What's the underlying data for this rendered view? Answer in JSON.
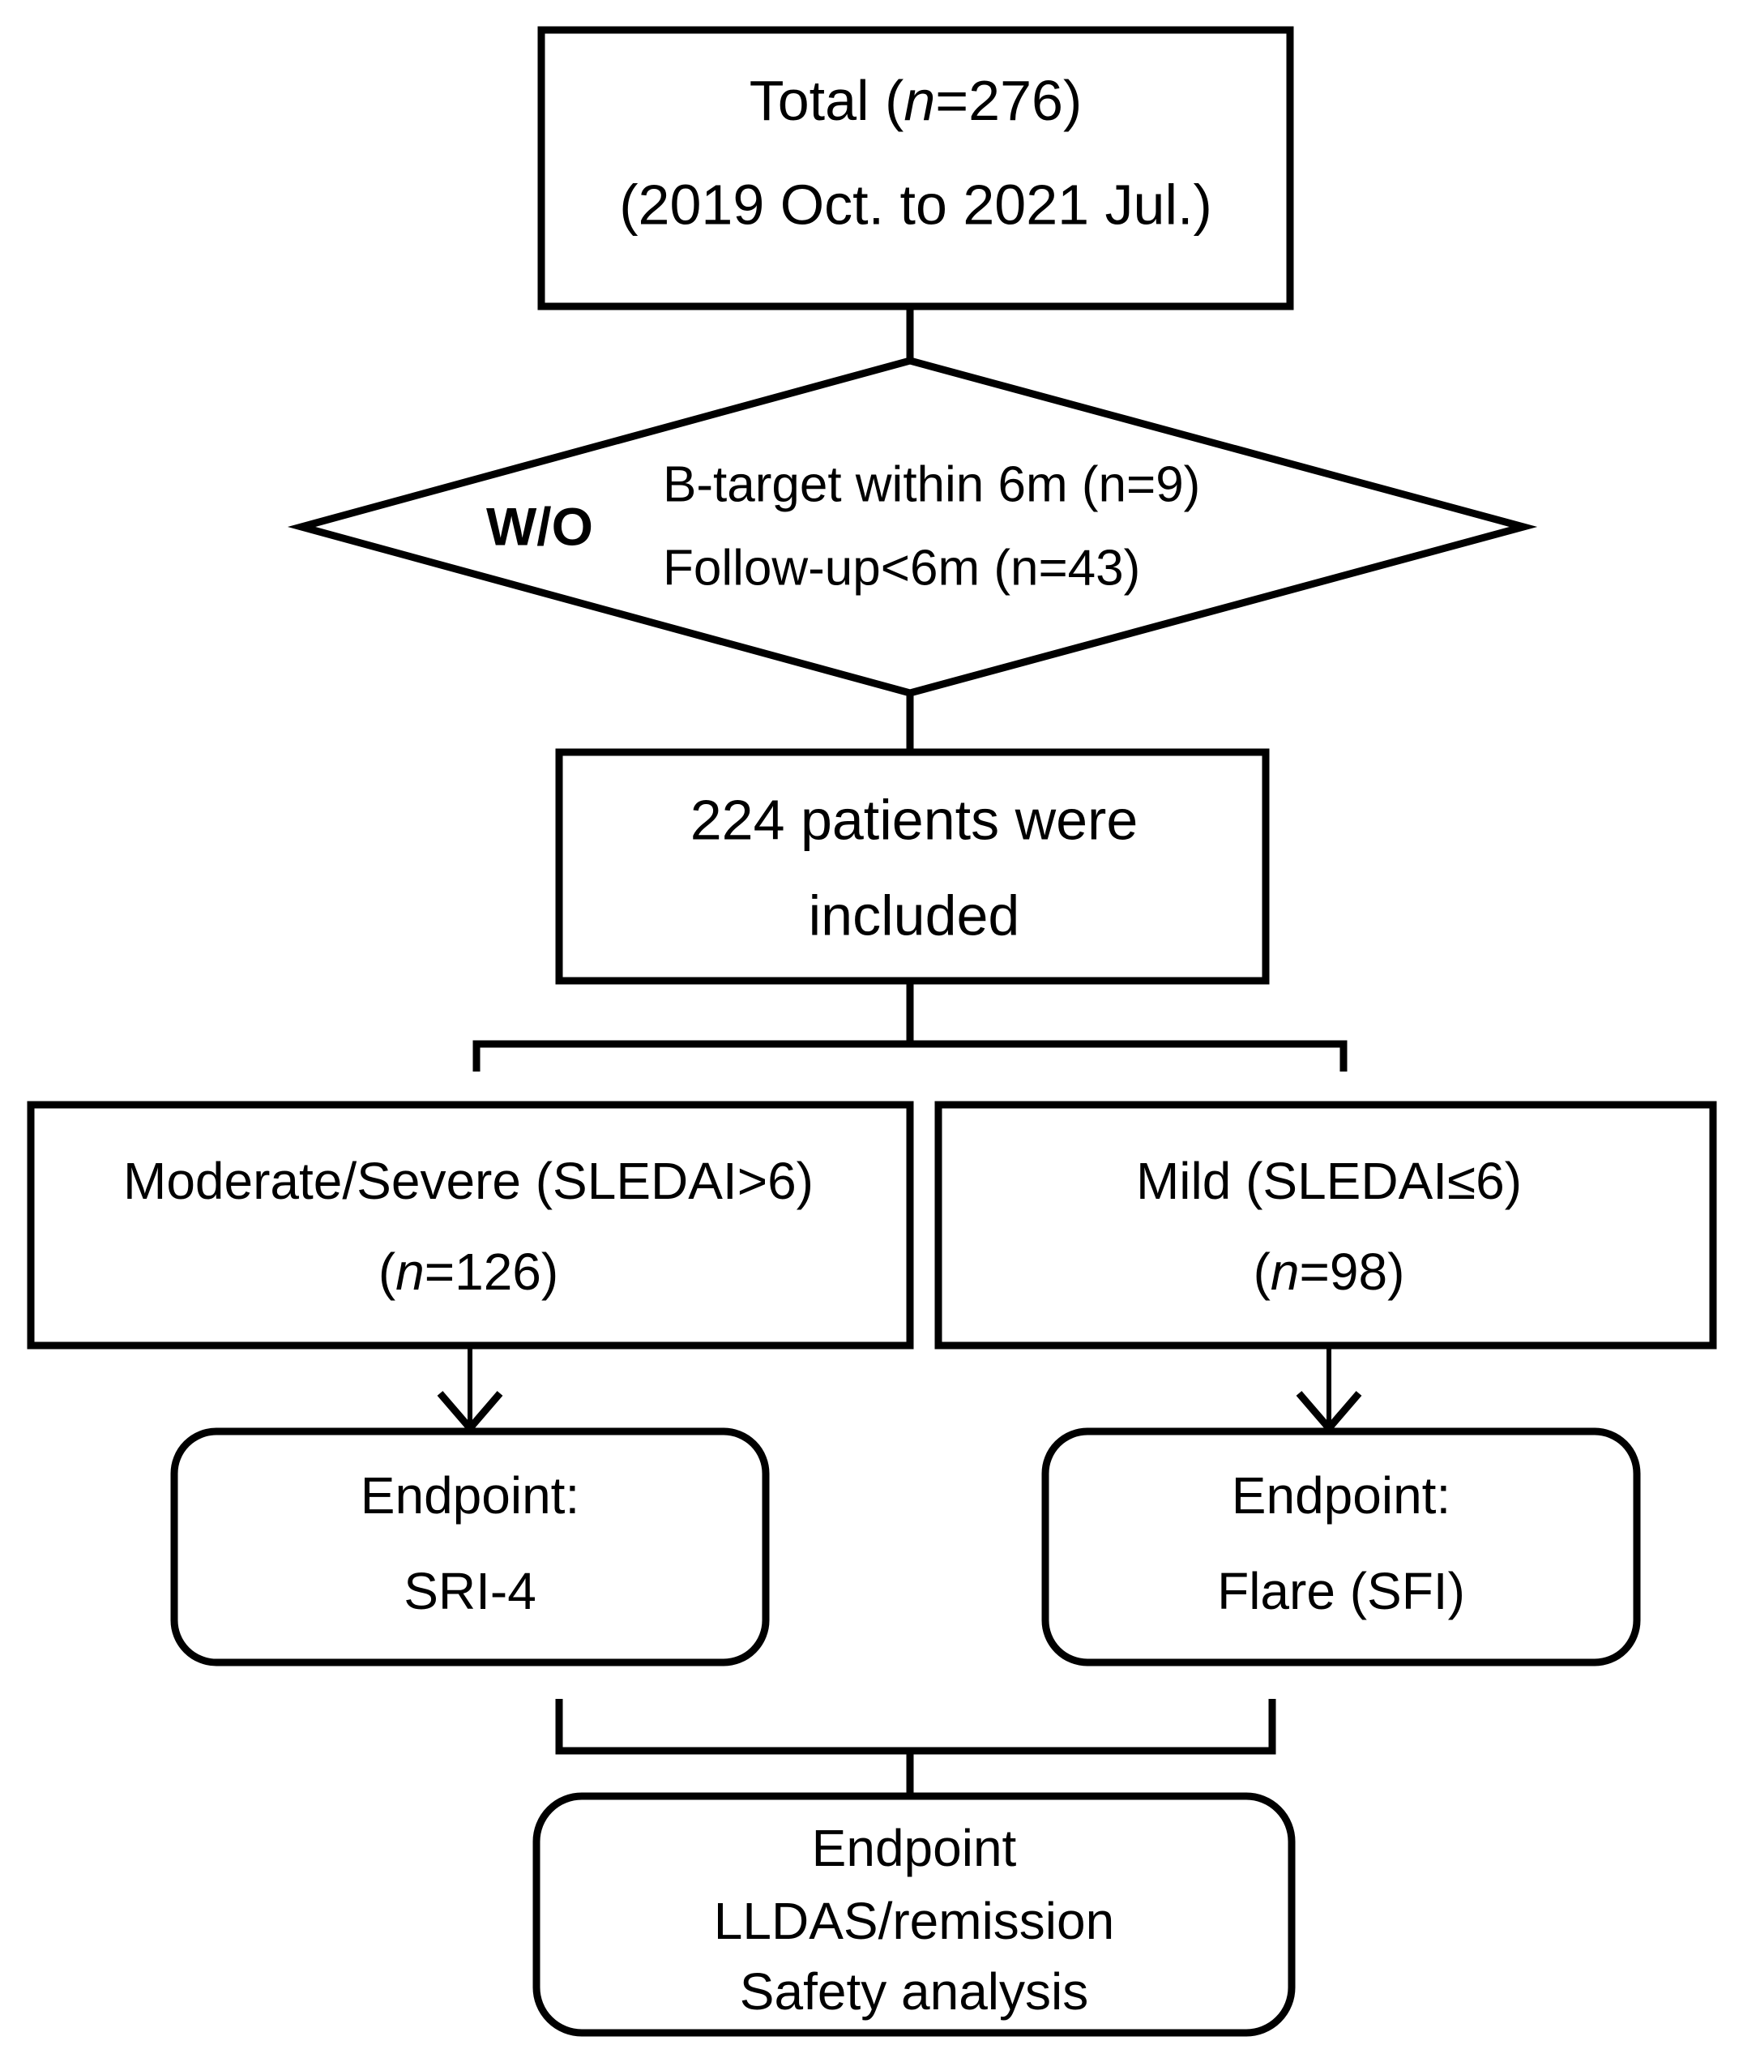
{
  "chart_data": {
    "type": "diagram",
    "title": "Patient enrollment flow diagram",
    "subtype": "flowchart",
    "nodes": [
      {
        "id": "total",
        "shape": "rectangle",
        "lines": [
          "Total (n=276)",
          "(2019 Oct. to 2021 Jul.)"
        ]
      },
      {
        "id": "exclusion",
        "shape": "diamond",
        "lines": [
          "W/O",
          "B-target within 6m (n=9)",
          "Follow-up<6m (n=43)"
        ]
      },
      {
        "id": "included",
        "shape": "rectangle",
        "lines": [
          "224 patients were",
          "included"
        ]
      },
      {
        "id": "moderate-severe",
        "shape": "rectangle",
        "lines": [
          "Moderate/Severe (SLEDAI>6)",
          "(n=126)"
        ]
      },
      {
        "id": "mild",
        "shape": "rectangle",
        "lines": [
          "Mild (SLEDAI≤6)",
          "(n=98)"
        ]
      },
      {
        "id": "endpoint-sri4",
        "shape": "rounded-rectangle",
        "lines": [
          "Endpoint:",
          "SRI-4"
        ]
      },
      {
        "id": "endpoint-flare",
        "shape": "rounded-rectangle",
        "lines": [
          "Endpoint:",
          "Flare (SFI)"
        ]
      },
      {
        "id": "endpoint-combined",
        "shape": "rounded-rectangle",
        "lines": [
          "Endpoint",
          "LLDAS/remission",
          "Safety analysis"
        ]
      }
    ],
    "edges": [
      {
        "from": "total",
        "to": "exclusion",
        "style": "line"
      },
      {
        "from": "exclusion",
        "to": "included",
        "style": "line"
      },
      {
        "from": "included",
        "to": "moderate-severe",
        "style": "bracket-split"
      },
      {
        "from": "included",
        "to": "mild",
        "style": "bracket-split"
      },
      {
        "from": "moderate-severe",
        "to": "endpoint-sri4",
        "style": "arrow"
      },
      {
        "from": "mild",
        "to": "endpoint-flare",
        "style": "arrow"
      },
      {
        "from": "endpoint-sri4",
        "to": "endpoint-combined",
        "style": "bracket-merge"
      },
      {
        "from": "endpoint-flare",
        "to": "endpoint-combined",
        "style": "bracket-merge"
      }
    ],
    "counts": {
      "total": 276,
      "excluded_no_b_target_within_6m": 9,
      "excluded_followup_lt_6m": 43,
      "included": 224,
      "moderate_severe": 126,
      "mild": 98
    },
    "colors": {
      "stroke": "#000000",
      "fill": "#ffffff",
      "text": "#000000"
    }
  },
  "nodes": {
    "total": {
      "line1_pre": "Total (",
      "line1_n": "n",
      "line1_post": "=276)",
      "line2": "(2019 Oct. to 2021 Jul.)"
    },
    "exclusion": {
      "wo": "W/O",
      "line1": "B-target within 6m (n=9)",
      "line2": "Follow-up<6m (n=43)"
    },
    "included": {
      "line1": "224 patients were",
      "line2": "included"
    },
    "moderate_severe": {
      "line1": "Moderate/Severe (SLEDAI>6)",
      "line2_pre": "(",
      "line2_n": "n",
      "line2_post": "=126)"
    },
    "mild": {
      "line1": "Mild (SLEDAI≤6)",
      "line2_pre": "(",
      "line2_n": "n",
      "line2_post": "=98)"
    },
    "endpoint_sri4": {
      "line1": "Endpoint:",
      "line2": "SRI-4"
    },
    "endpoint_flare": {
      "line1": "Endpoint:",
      "line2": "Flare (SFI)"
    },
    "endpoint_combined": {
      "line1": "Endpoint",
      "line2": "LLDAS/remission",
      "line3": "Safety analysis"
    }
  }
}
